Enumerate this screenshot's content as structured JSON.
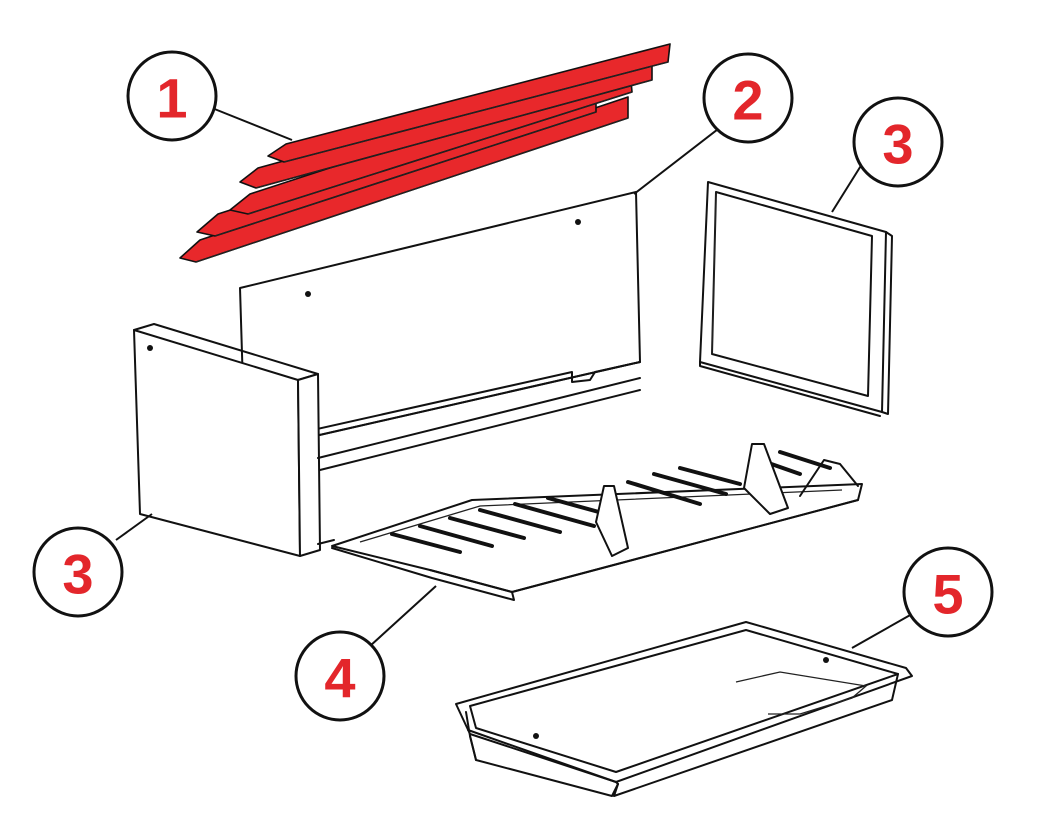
{
  "highlight_color": "#e8282b",
  "callout_color": "#e3262b",
  "callouts": [
    {
      "label": "1"
    },
    {
      "label": "2"
    },
    {
      "label": "3"
    },
    {
      "label": "3"
    },
    {
      "label": "4"
    },
    {
      "label": "5"
    }
  ]
}
